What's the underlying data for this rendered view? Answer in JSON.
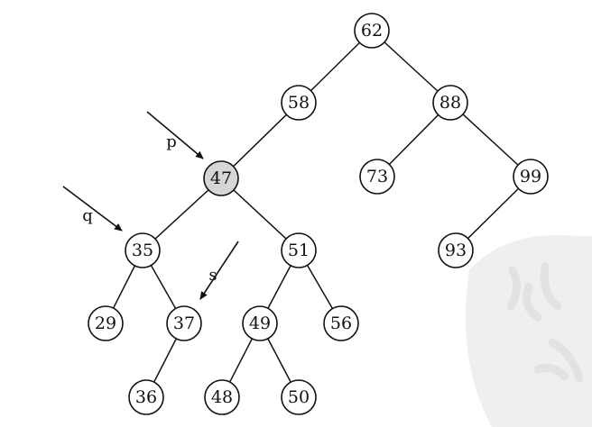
{
  "tree": {
    "nodes": [
      {
        "id": "n62",
        "label": "62",
        "highlighted": false
      },
      {
        "id": "n58",
        "label": "58",
        "highlighted": false
      },
      {
        "id": "n88",
        "label": "88",
        "highlighted": false
      },
      {
        "id": "n47",
        "label": "47",
        "highlighted": true
      },
      {
        "id": "n73",
        "label": "73",
        "highlighted": false
      },
      {
        "id": "n99",
        "label": "99",
        "highlighted": false
      },
      {
        "id": "n35",
        "label": "35",
        "highlighted": false
      },
      {
        "id": "n51",
        "label": "51",
        "highlighted": false
      },
      {
        "id": "n93",
        "label": "93",
        "highlighted": false
      },
      {
        "id": "n29",
        "label": "29",
        "highlighted": false
      },
      {
        "id": "n37",
        "label": "37",
        "highlighted": false
      },
      {
        "id": "n49",
        "label": "49",
        "highlighted": false
      },
      {
        "id": "n56",
        "label": "56",
        "highlighted": false
      },
      {
        "id": "n36",
        "label": "36",
        "highlighted": false
      },
      {
        "id": "n48",
        "label": "48",
        "highlighted": false
      },
      {
        "id": "n50",
        "label": "50",
        "highlighted": false
      }
    ],
    "edges": [
      [
        "n62",
        "n58"
      ],
      [
        "n62",
        "n88"
      ],
      [
        "n58",
        "n47"
      ],
      [
        "n88",
        "n73"
      ],
      [
        "n88",
        "n99"
      ],
      [
        "n47",
        "n35"
      ],
      [
        "n47",
        "n51"
      ],
      [
        "n99",
        "n93"
      ],
      [
        "n35",
        "n29"
      ],
      [
        "n35",
        "n37"
      ],
      [
        "n51",
        "n49"
      ],
      [
        "n51",
        "n56"
      ],
      [
        "n37",
        "n36"
      ],
      [
        "n49",
        "n48"
      ],
      [
        "n49",
        "n50"
      ]
    ],
    "pointers": [
      {
        "label": "p",
        "target": "n47"
      },
      {
        "label": "q",
        "target": "n35"
      },
      {
        "label": "s",
        "target": "n37"
      }
    ]
  },
  "colors": {
    "node_fill": "#ffffff",
    "highlight_fill": "#d6d6d6",
    "stroke": "#111111",
    "watermark": "#ececec"
  }
}
